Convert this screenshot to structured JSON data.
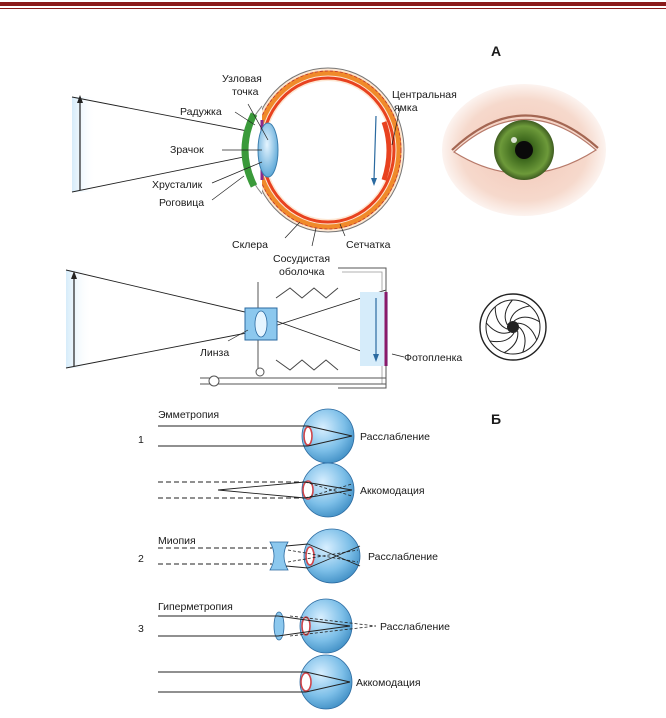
{
  "panel_a": {
    "letter": "А",
    "eye_labels": {
      "nodal_point_1": "Узловая",
      "nodal_point_2": "точка",
      "iris": "Радужка",
      "pupil": "Зрачок",
      "lens": "Хрусталик",
      "cornea": "Роговица",
      "sclera": "Склера",
      "choroid_1": "Сосудистая",
      "choroid_2": "оболочка",
      "retina": "Сетчатка",
      "fovea_1": "Центральная",
      "fovea_2": "ямка"
    },
    "camera_labels": {
      "lens": "Линза",
      "film": "Фотопленка"
    }
  },
  "panel_b": {
    "letter": "Б",
    "cases": [
      {
        "number": "1",
        "title": "Эмметропия",
        "states": [
          "Расслабление",
          "Аккомодация"
        ]
      },
      {
        "number": "2",
        "title": "Миопия",
        "states": [
          "Расслабление"
        ]
      },
      {
        "number": "3",
        "title": "Гиперметропия",
        "states": [
          "Расслабление",
          "Аккомодация"
        ]
      }
    ]
  },
  "colors": {
    "top_rule": "#8b1a1a",
    "sclera": "#fde7d3",
    "choroid": "#f08a2a",
    "retina": "#e8421f",
    "iris": "#3a9a3a",
    "lens_blue": "#6fb6e0",
    "eyeball_blue": "#8cc8ee",
    "object_blue": "#bfe0f5"
  }
}
